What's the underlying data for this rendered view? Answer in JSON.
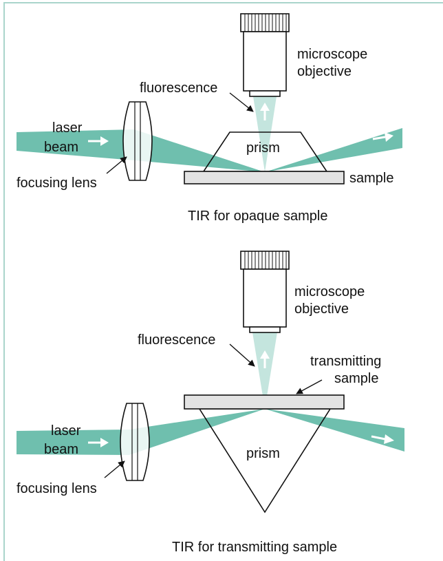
{
  "colors": {
    "frame": "#a9d4cb",
    "beam": "#6fbfae",
    "beam_light": "#c4e5de",
    "glass": "#e3e3e3",
    "ink": "#111111",
    "arrow": "#ffffff"
  },
  "top_diagram": {
    "labels": {
      "microscope_line1": "microscope",
      "microscope_line2": "objective",
      "fluorescence": "fluorescence",
      "laser_line1": "laser",
      "laser_line2": "beam",
      "prism": "prism",
      "sample": "sample",
      "focusing_lens": "focusing lens"
    },
    "caption": "TIR for opaque sample"
  },
  "bottom_diagram": {
    "labels": {
      "microscope_line1": "microscope",
      "microscope_line2": "objective",
      "fluorescence": "fluorescence",
      "transmitting_line1": "transmitting",
      "transmitting_line2": "sample",
      "laser_line1": "laser",
      "laser_line2": "beam",
      "prism": "prism",
      "focusing_lens": "focusing lens"
    },
    "caption": "TIR for transmitting sample"
  }
}
